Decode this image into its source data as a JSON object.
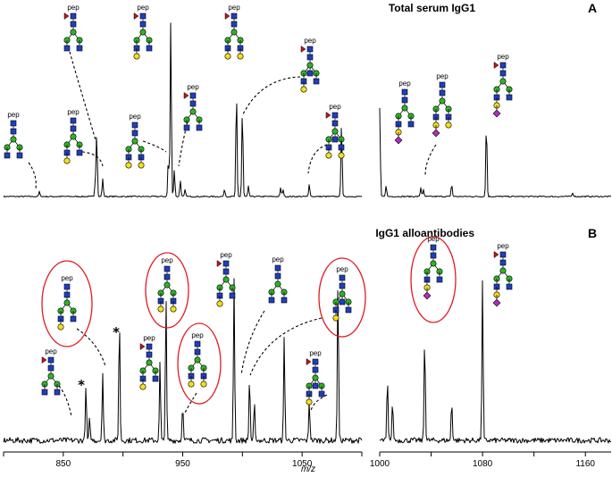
{
  "chart_data": [
    {
      "type": "line",
      "panel": "A",
      "title": "Total serum IgG1",
      "segments": [
        {
          "xlim": [
            800,
            1100
          ],
          "ylim": [
            0,
            100
          ]
        },
        {
          "xlim": [
            1000,
            1180
          ],
          "ylim": [
            0,
            100
          ]
        }
      ],
      "peaks": [
        {
          "x": 830,
          "y": 3,
          "glycan": "pep"
        },
        {
          "x": 877,
          "y": 13,
          "glycan": "pep"
        },
        {
          "x": 878,
          "y": 36,
          "glycan": "pep"
        },
        {
          "x": 883,
          "y": 10
        },
        {
          "x": 938,
          "y": 22,
          "glycan": "pep"
        },
        {
          "x": 940,
          "y": 100,
          "glycan": "pep"
        },
        {
          "x": 943,
          "y": 15
        },
        {
          "x": 948,
          "y": 9,
          "glycan": "pep"
        },
        {
          "x": 952,
          "y": 4
        },
        {
          "x": 985,
          "y": 4
        },
        {
          "x": 995,
          "y": 60,
          "glycan": "pep"
        },
        {
          "x": 1000,
          "y": 50,
          "glycan": "pep"
        },
        {
          "x": 1005,
          "y": 6
        },
        {
          "x": 1056,
          "y": 7,
          "glycan": "pep"
        },
        {
          "x": 1032,
          "y": 5,
          "glycan": "pep"
        },
        {
          "x": 1034,
          "y": 4,
          "glycan": "pep"
        },
        {
          "x": 1083,
          "y": 42,
          "glycan": "pep"
        },
        {
          "x": 1150,
          "y": 2
        }
      ]
    },
    {
      "type": "line",
      "panel": "B",
      "title": "IgG1 alloantibodies",
      "xlabel": "m/z",
      "segments": [
        {
          "xlim": [
            800,
            1100
          ],
          "ylim": [
            0,
            100
          ],
          "xticks": [
            850,
            950,
            1050
          ]
        },
        {
          "xlim": [
            1000,
            1180
          ],
          "ylim": [
            0,
            100
          ],
          "xticks": [
            1000,
            1080,
            1160
          ]
        }
      ],
      "peaks": [
        {
          "x": 869,
          "y": 28,
          "glycan": "pep"
        },
        {
          "x": 872,
          "y": 12,
          "glycan": "pep"
        },
        {
          "x": 883,
          "y": 34,
          "glycan": "pep"
        },
        {
          "x": 897,
          "y": 62
        },
        {
          "x": 931,
          "y": 40,
          "glycan": "pep"
        },
        {
          "x": 936,
          "y": 74,
          "glycan": "pep"
        },
        {
          "x": 950,
          "y": 18,
          "glycan": "pep"
        },
        {
          "x": 993,
          "y": 82,
          "glycan": "pep"
        },
        {
          "x": 1006,
          "y": 32,
          "glycan": "pep"
        },
        {
          "x": 1010,
          "y": 20
        },
        {
          "x": 1056,
          "y": 20,
          "glycan": "pep"
        },
        {
          "x": 1035,
          "y": 53,
          "glycan": "pep"
        },
        {
          "x": 1080,
          "y": 82,
          "glycan": "pep"
        }
      ],
      "annotations": [
        "*",
        "*"
      ]
    }
  ]
}
